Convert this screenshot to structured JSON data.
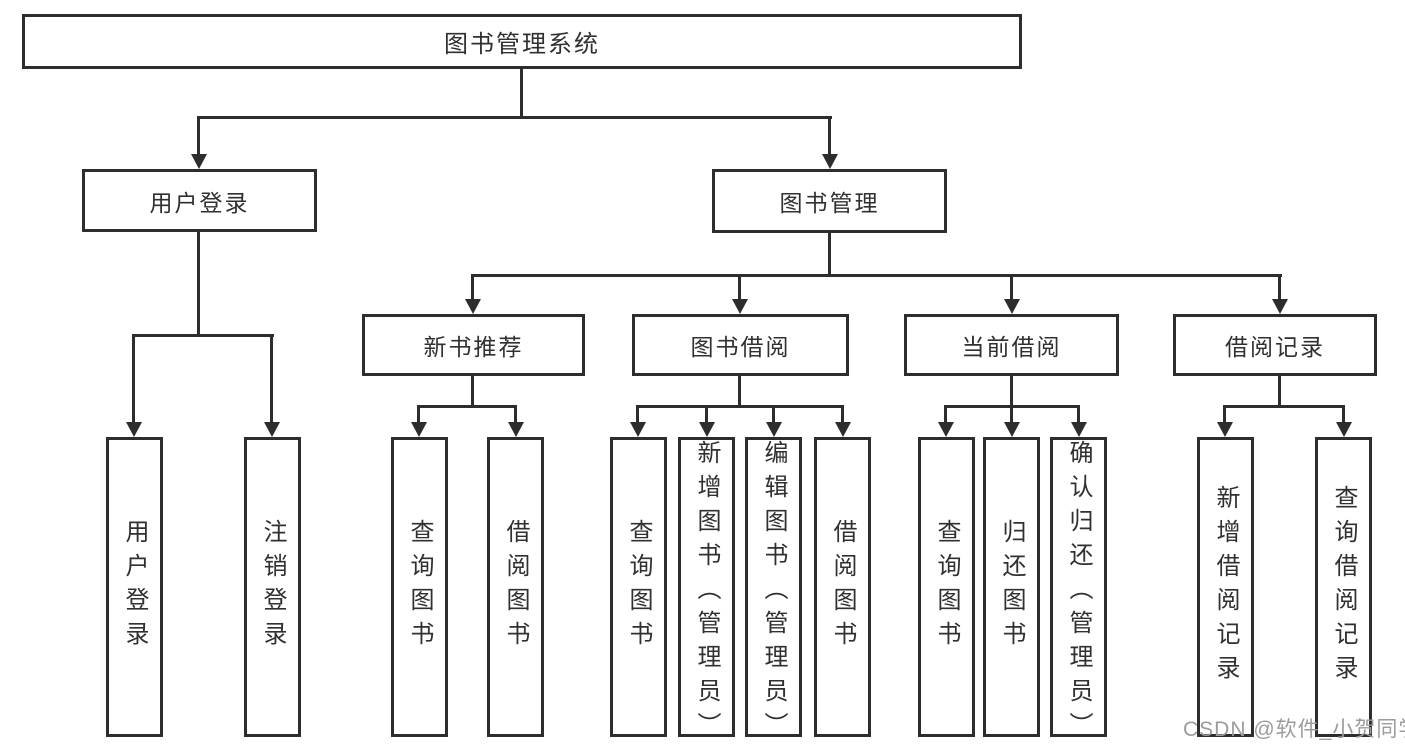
{
  "tree": {
    "root": "图书管理系统",
    "branches": [
      {
        "label": "用户登录",
        "leaves": [
          "用户登录",
          "注销登录"
        ]
      },
      {
        "label": "图书管理",
        "children": [
          {
            "label": "新书推荐",
            "leaves": [
              "查询图书",
              "借阅图书"
            ]
          },
          {
            "label": "图书借阅",
            "leaves": [
              "查询图书",
              "新增图书（管理员）",
              "编辑图书（管理员）",
              "借阅图书"
            ]
          },
          {
            "label": "当前借阅",
            "leaves": [
              "查询图书",
              "归还图书",
              "确认归还（管理员）"
            ]
          },
          {
            "label": "借阅记录",
            "leaves": [
              "新增借阅记录",
              "查询借阅记录"
            ]
          }
        ]
      }
    ]
  },
  "watermark": "CSDN @软件_小贺同学",
  "colors": {
    "line": "#2d2d2d",
    "text": "#303030",
    "watermark": "#9c9c9c",
    "bg": "#ffffff"
  }
}
